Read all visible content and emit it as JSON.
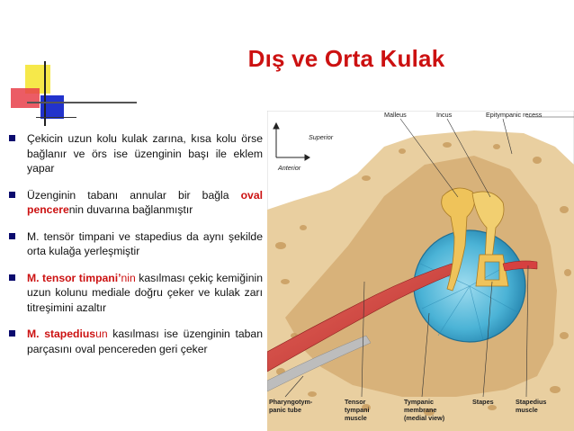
{
  "slide": {
    "title": "Dış ve Orta Kulak",
    "bullets": [
      {
        "parts": [
          {
            "text": "Çekicin uzun kolu kulak zarına, kısa kolu örse bağlanır ve örs ise üzenginin başı ile eklem yapar",
            "style": "normal"
          }
        ]
      },
      {
        "parts": [
          {
            "text": "Üzenginin tabanı annular bir bağla ",
            "style": "normal"
          },
          {
            "text": "oval pencere",
            "style": "red-bold"
          },
          {
            "text": "nin duvarına bağlanmıştır",
            "style": "normal"
          }
        ]
      },
      {
        "parts": [
          {
            "text": "M. tensör timpani ve stapedius da aynı şekilde orta kulağa yerleşmiştir",
            "style": "normal"
          }
        ]
      },
      {
        "parts": [
          {
            "text": "M. tensor timpani’",
            "style": "red-bold"
          },
          {
            "text": "nin",
            "style": "red"
          },
          {
            "text": " kasılması çekiç kemiğinin uzun kolunu mediale doğru çeker ve kulak zarı titreşimini azaltır",
            "style": "normal"
          }
        ]
      },
      {
        "parts": [
          {
            "text": "M. stapedius",
            "style": "red-bold"
          },
          {
            "text": "un",
            "style": "red"
          },
          {
            "text": " kasılması ise üzenginin taban parçasını oval pencereden geri çeker",
            "style": "normal"
          }
        ]
      }
    ]
  },
  "figure": {
    "orientation": {
      "superior": "Superior",
      "anterior": "Anterior"
    },
    "top_labels": {
      "malleus": "Malleus",
      "incus": "Incus",
      "recess": "Epitympanic recess"
    },
    "bottom_labels": {
      "pharyngo_1": "Pharyngotym-",
      "pharyngo_2": "panic tube",
      "tensor_1": "Tensor",
      "tensor_2": "tympani",
      "tensor_3": "muscle",
      "tympanic_1": "Tympanic",
      "tympanic_2": "membrane",
      "tympanic_3": "(medial view)",
      "stapes": "Stapes",
      "stapedius_1": "Stapedius",
      "stapedius_2": "muscle"
    }
  },
  "colors": {
    "title": "#cc1111",
    "bullet_square": "#0b0b6e",
    "deco_yellow": "#f6e84a",
    "deco_red": "#e8404a",
    "deco_blue": "#2233cc",
    "bone": "#e9cfa0",
    "membrane": "#4bb3d6",
    "muscle": "#cf3a3a",
    "ossicle": "#efc35a"
  }
}
